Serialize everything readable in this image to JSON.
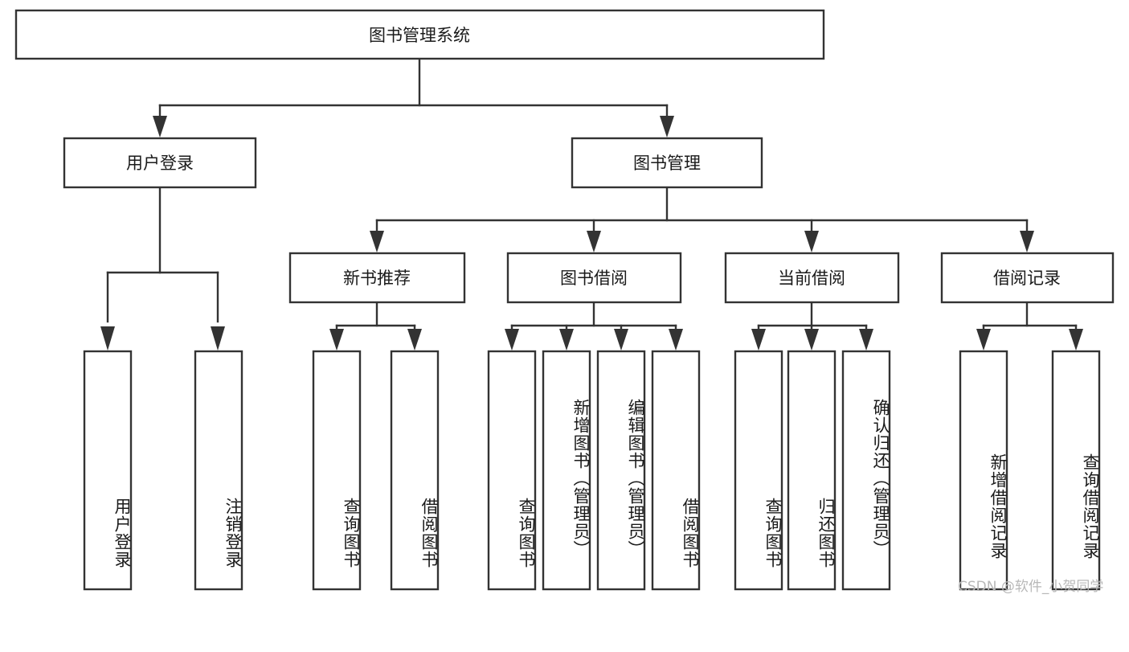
{
  "diagram": {
    "type": "tree",
    "title": "图书管理系统",
    "root": {
      "label": "图书管理系统"
    },
    "level2": [
      {
        "label": "用户登录"
      },
      {
        "label": "图书管理"
      }
    ],
    "level3": [
      {
        "label": "新书推荐"
      },
      {
        "label": "图书借阅"
      },
      {
        "label": "当前借阅"
      },
      {
        "label": "借阅记录"
      }
    ],
    "leaves": {
      "user_login": [
        {
          "label": "用户登录"
        },
        {
          "label": "注销登录"
        }
      ],
      "new_book_recommend": [
        {
          "label": "查询图书"
        },
        {
          "label": "借阅图书"
        }
      ],
      "book_borrow": [
        {
          "label": "查询图书"
        },
        {
          "label": "新增图书（管理员）"
        },
        {
          "label": "编辑图书（管理员）"
        },
        {
          "label": "借阅图书"
        }
      ],
      "current_borrow": [
        {
          "label": "查询图书"
        },
        {
          "label": "归还图书"
        },
        {
          "label": "确认归还（管理员）"
        }
      ],
      "borrow_record": [
        {
          "label": "新增借阅记录"
        },
        {
          "label": "查询借阅记录"
        }
      ]
    },
    "colors": {
      "box_stroke": "#333333",
      "box_fill": "#ffffff",
      "text": "#1a1a1a",
      "background": "#ffffff",
      "watermark": "#b8b8b8"
    }
  },
  "watermark": {
    "text": "CSDN @软件_小贺同学"
  }
}
